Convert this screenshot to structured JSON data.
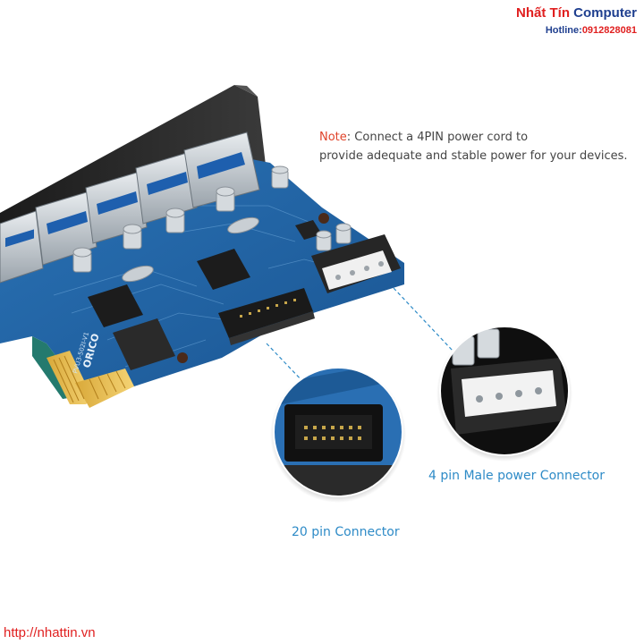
{
  "brand": {
    "name_part1": "Nhất Tín",
    "name_part2": "Computer",
    "hotline_label": "Hotline:",
    "hotline_number": "0912828081"
  },
  "note": {
    "label": "Note",
    "line1": ": Connect a 4PIN power cord  to",
    "line2": "provide adequate and stable power for your devices."
  },
  "captions": {
    "male_connector": "4 pin Male power Connector",
    "pin20_connector": "20 pin Connector"
  },
  "board": {
    "brand_print": "ORICO",
    "model_print": "PVU3-502I-V1"
  },
  "footer": {
    "url": "http://nhattin.vn"
  },
  "colors": {
    "pcb": "#1f5e9e",
    "accent": "#2e8bc7",
    "note_label": "#e0432a",
    "brand_red": "#e02020",
    "brand_blue": "#1f3f8f"
  }
}
